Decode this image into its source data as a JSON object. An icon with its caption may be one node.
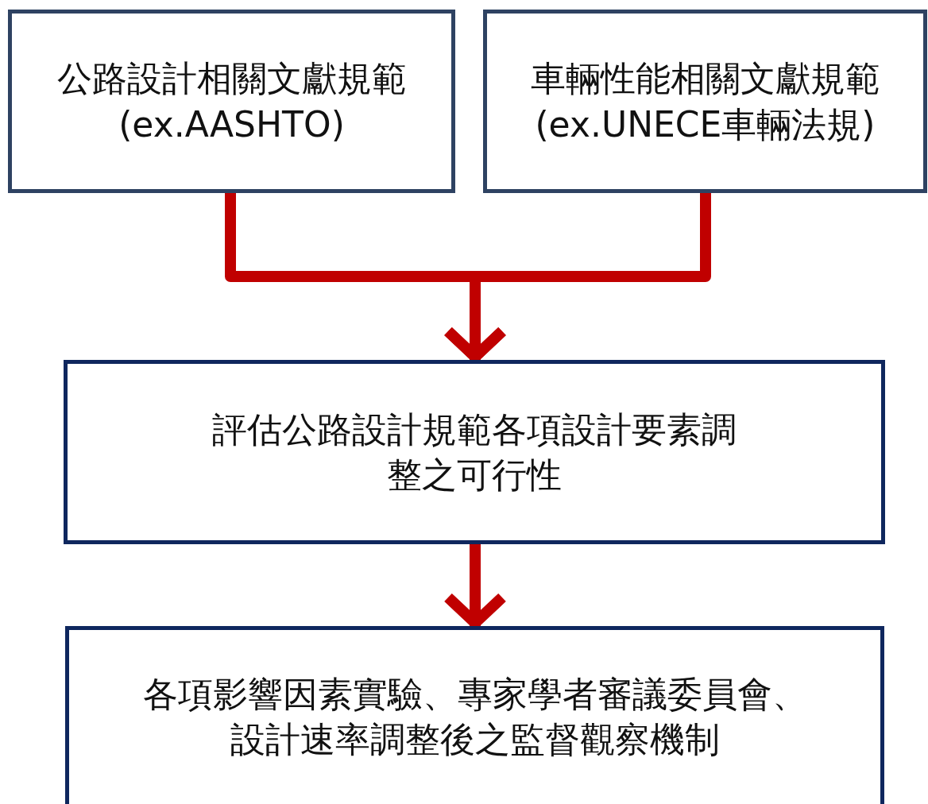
{
  "diagram": {
    "nodes": [
      {
        "text": [
          "公路設計相關文獻規範 (ex.AASHTO)"
        ]
      },
      {
        "text": [
          "車輛性能相關文獻規範 (ex.UNECE車輛法規)"
        ]
      },
      {
        "text": [
          "評估公路設計規範各項設計要素調整之可行性"
        ]
      },
      {
        "text": [
          "各項影響因素實驗、專家學者審議委員會、設計速率調整後之監督觀察機制"
        ]
      }
    ],
    "edges": [
      {
        "from": 0,
        "to": 2,
        "arrow": "to"
      },
      {
        "from": 1,
        "to": 2,
        "arrow": "to"
      },
      {
        "from": 2,
        "to": 3,
        "arrow": "to"
      }
    ]
  }
}
